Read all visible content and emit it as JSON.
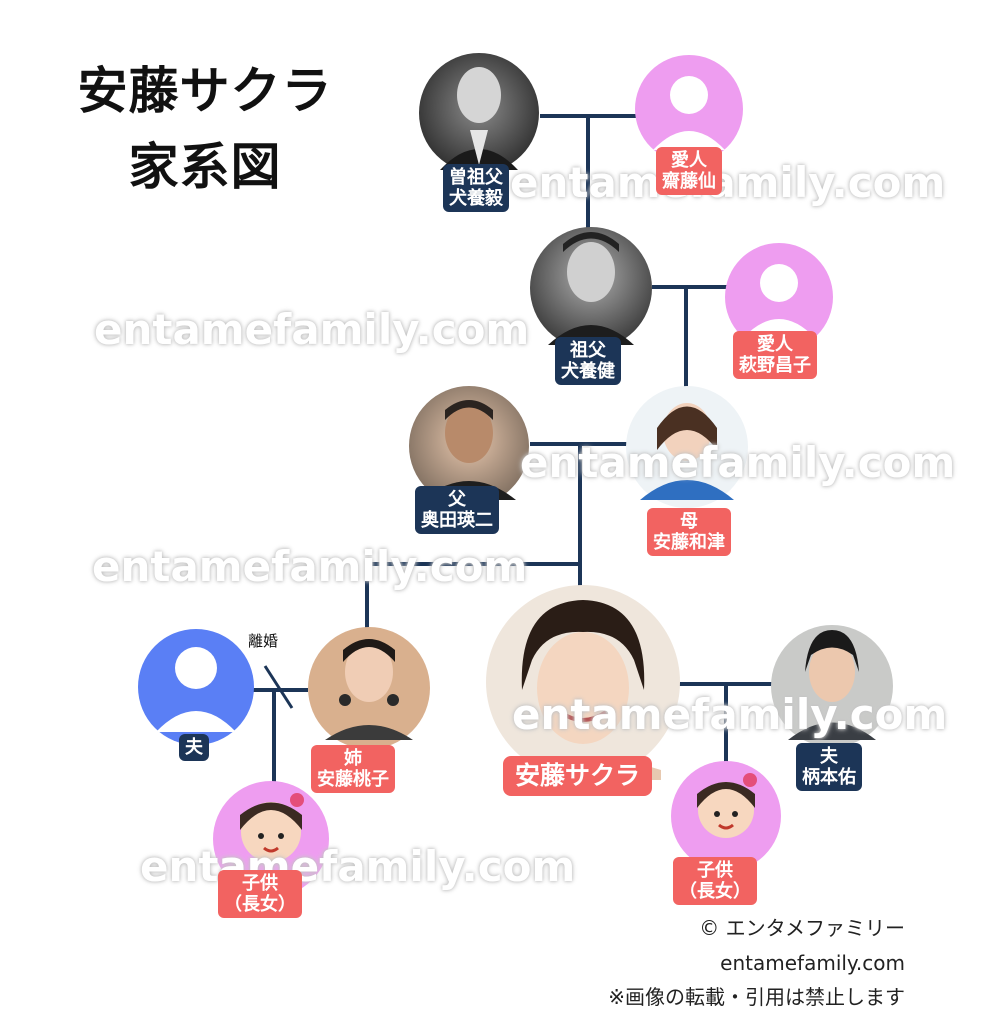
{
  "title": {
    "line1": "安藤サクラ",
    "line2": "家系図"
  },
  "watermark": "entamefamily.com",
  "people": {
    "great_grandfather": {
      "role": "曽祖父",
      "name": "犬養毅"
    },
    "great_grandfather_partner": {
      "role": "愛人",
      "name": "齋藤仙"
    },
    "grandfather": {
      "role": "祖父",
      "name": "犬養健"
    },
    "grandfather_partner": {
      "role": "愛人",
      "name": "萩野昌子"
    },
    "father": {
      "role": "父",
      "name": "奥田瑛二"
    },
    "mother": {
      "role": "母",
      "name": "安藤和津"
    },
    "sister": {
      "role": "姉",
      "name": "安藤桃子"
    },
    "sister_husband": {
      "role": "夫"
    },
    "sister_child": {
      "role": "子供",
      "name": "（長女）"
    },
    "main": {
      "name": "安藤サクラ"
    },
    "husband": {
      "role": "夫",
      "name": "柄本佑"
    },
    "child": {
      "role": "子供",
      "name": "（長女）"
    }
  },
  "divorce_label": "離婚",
  "credit": {
    "line1": "© エンタメファミリー",
    "line2": "entamefamily.com",
    "line3": "※画像の転載・引用は禁止します"
  },
  "colors": {
    "navy": "#1c3557",
    "coral": "#f26361",
    "pink": "#ee9df0",
    "blue": "#5a7ff5"
  }
}
